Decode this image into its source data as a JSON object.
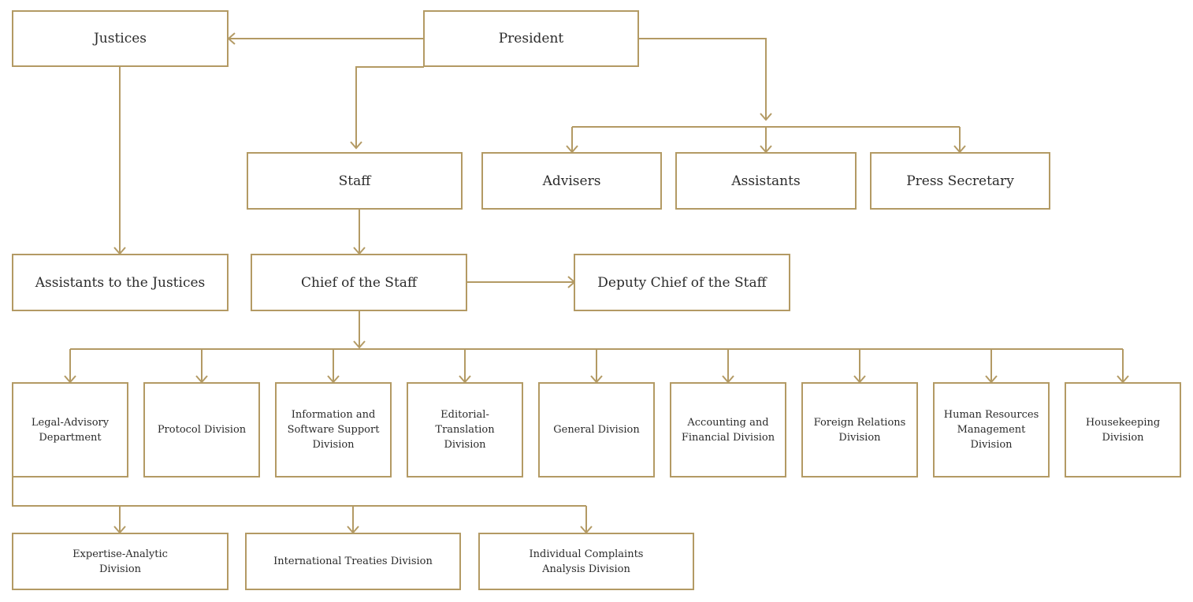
{
  "colors": {
    "line": "#b39a64",
    "text": "#2b2b2b",
    "background": "#ffffff"
  },
  "nodes": {
    "president": "President",
    "justices": "Justices",
    "assistants_to_justices": "Assistants to the Justices",
    "staff": "Staff",
    "advisers": "Advisers",
    "assistants": "Assistants",
    "press_secretary": "Press Secretary",
    "chief_of_staff": "Chief of the Staff",
    "deputy_chief_of_staff": "Deputy Chief of the Staff",
    "legal_advisory": "Legal-Advisory\nDepartment",
    "protocol": "Protocol Division",
    "info_software": "Information and\nSoftware Support\nDivision",
    "editorial_translation": "Editorial-Translation\nDivision",
    "general": "General Division",
    "accounting_financial": "Accounting and\nFinancial Division",
    "foreign_relations": "Foreign Relations\nDivision",
    "human_resources": "Human Resources\nManagement Division",
    "housekeeping": "Housekeeping\nDivision",
    "expertise_analytic": "Expertise-Analytic\nDivision",
    "international_treaties": "International Treaties Division",
    "individual_complaints": "Individual Complaints\nAnalysis Division"
  }
}
